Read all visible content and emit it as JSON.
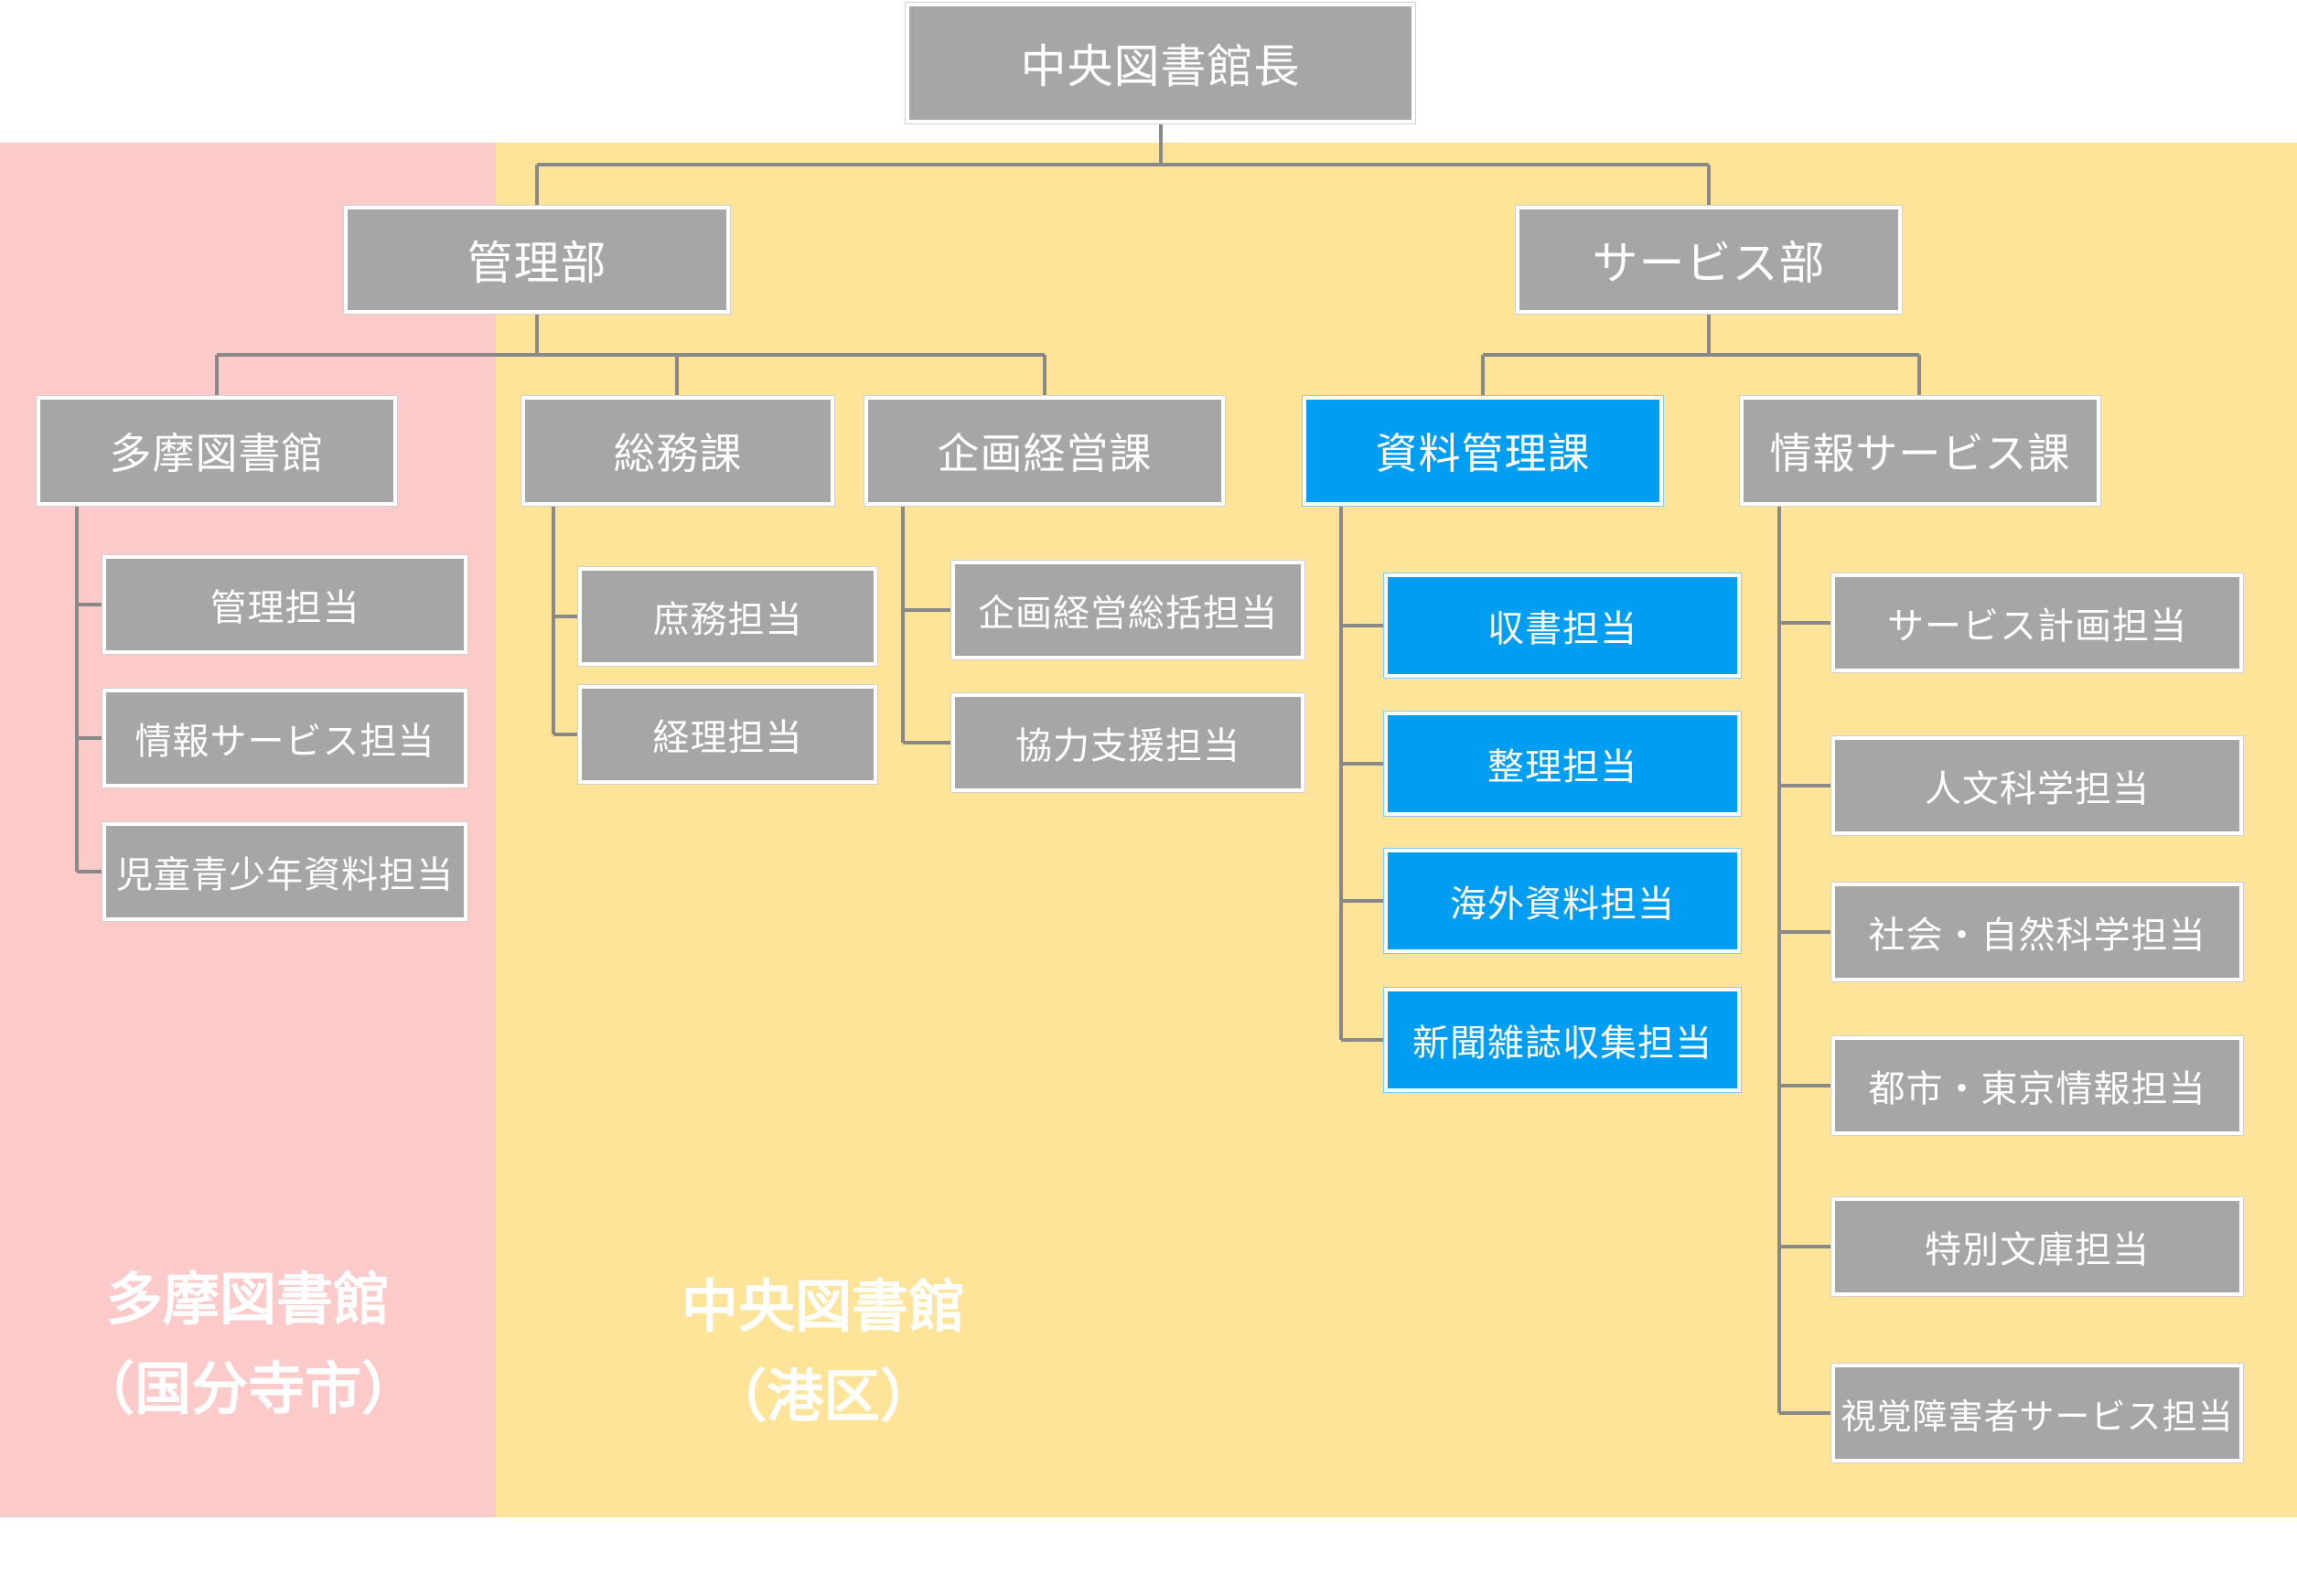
{
  "colors": {
    "box_gray": "#a6a6a6",
    "box_blue": "#009ef3",
    "region_tama": "#fdcaca",
    "region_chuo": "#fde499",
    "connector": "#898989"
  },
  "regions": {
    "tama": {
      "name": "多摩図書館",
      "location": "（国分寺市）"
    },
    "chuo": {
      "name": "中央図書館",
      "location": "（港区）"
    }
  },
  "org": {
    "head": "中央図書館長",
    "admin_dept": "管理部",
    "service_dept": "サービス部",
    "tama_library": {
      "label": "多摩図書館",
      "units": [
        "管理担当",
        "情報サービス担当",
        "児童青少年資料担当"
      ]
    },
    "general_affairs": {
      "label": "総務課",
      "units": [
        "庶務担当",
        "経理担当"
      ]
    },
    "planning": {
      "label": "企画経営課",
      "units": [
        "企画経営総括担当",
        "協力支援担当"
      ]
    },
    "materials": {
      "label": "資料管理課",
      "units": [
        "収書担当",
        "整理担当",
        "海外資料担当",
        "新聞雑誌収集担当"
      ]
    },
    "info_service": {
      "label": "情報サービス課",
      "units": [
        "サービス計画担当",
        "人文科学担当",
        "社会・自然科学担当",
        "都市・東京情報担当",
        "特別文庫担当",
        "視覚障害者サービス担当"
      ]
    }
  }
}
